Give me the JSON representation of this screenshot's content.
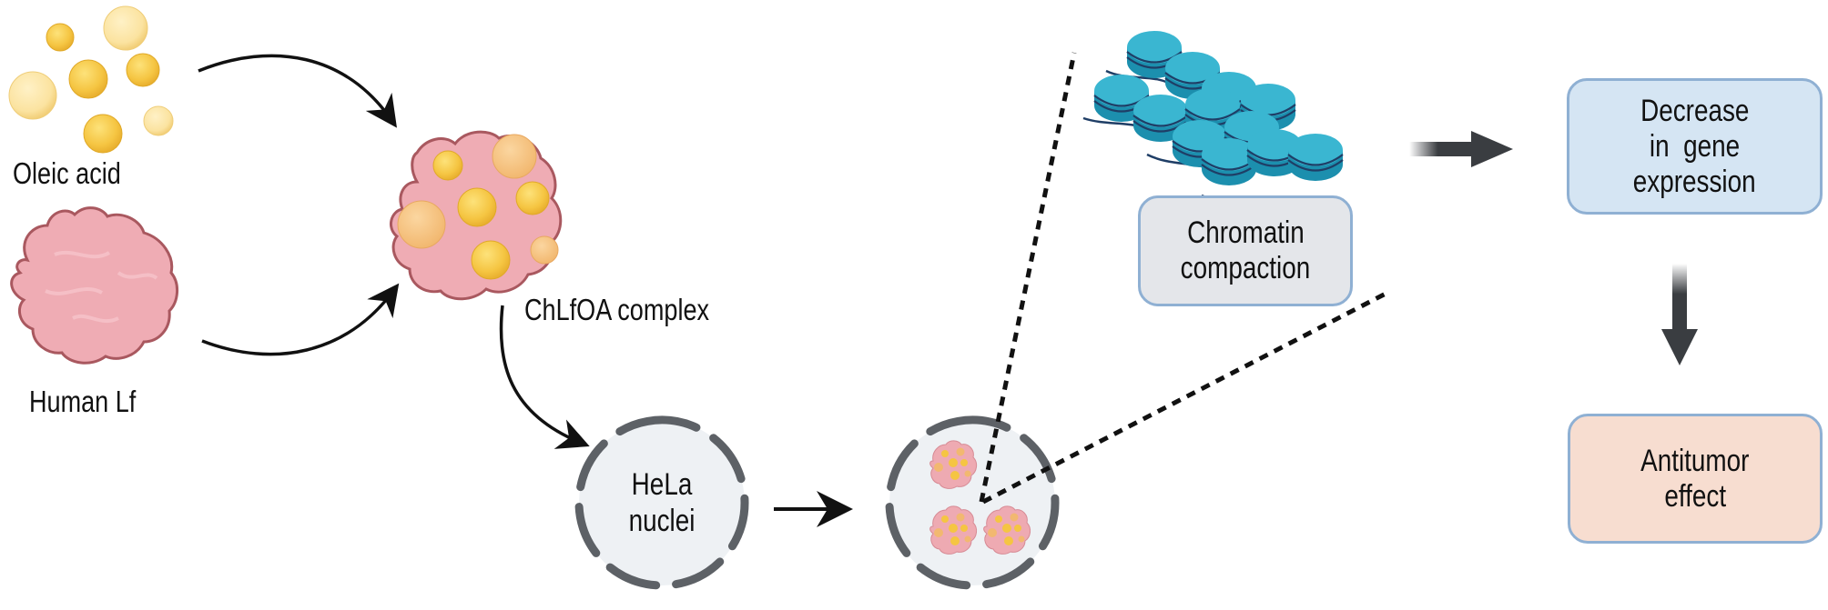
{
  "diagram": {
    "inputs": {
      "oleic_acid_label": "Oleic acid",
      "human_lf_label": "Human Lf"
    },
    "complex": {
      "label": "ChLfOA complex"
    },
    "nucleus": {
      "line1": "HeLa",
      "line2": "nuclei"
    },
    "chromatin_box": {
      "line1": "Chromatin",
      "line2": "compaction"
    },
    "gene_box": {
      "line1": "Decrease",
      "line2": "in  gene",
      "line3": "expression"
    },
    "antitumor_box": {
      "line1": "Antitumor",
      "line2": "effect"
    },
    "colors": {
      "oil_drop": "#f5c542",
      "oil_drop_light": "#fbe3a0",
      "protein": "#eeaab2",
      "protein_outline": "#a9585f",
      "nucleus_fill": "#eef1f4",
      "nucleus_dash": "#5d6166",
      "nucleosome": "#29a8c6",
      "box_blue": "#d5e5f3",
      "box_grey": "#e4e6ea",
      "box_peach": "#f7ddd0",
      "box_border": "#8fb0d3",
      "arrow": "#111111",
      "block_arrow": "#3a3d41"
    }
  }
}
